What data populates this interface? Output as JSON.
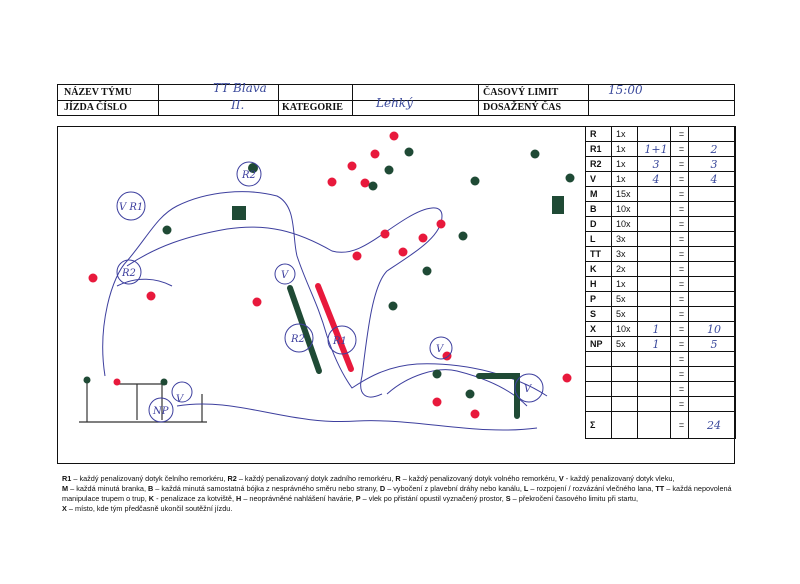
{
  "header": {
    "team_name_label": "NÁZEV TÝMU",
    "team_name_value": "TT Blava",
    "ride_number_label": "JÍZDA ČÍSLO",
    "ride_number_value": "II.",
    "category_label": "KATEGORIE",
    "category_value": "Lehký",
    "time_limit_label": "ČASOVÝ LIMIT",
    "time_limit_value": "15:00",
    "achieved_time_label": "DOSAŽENÝ ČAS",
    "achieved_time_value": ""
  },
  "course": {
    "labels": [
      "R2",
      "V R1",
      "R2",
      "V",
      "R2",
      "R1",
      "V",
      "V",
      "NP",
      "V"
    ],
    "colors": {
      "red": "#e8193c",
      "green": "#1f4a35",
      "pen": "#3d3f9e"
    }
  },
  "score_rows": [
    {
      "code": "R",
      "mult": "1x",
      "count": "",
      "eq": "=",
      "total": ""
    },
    {
      "code": "R1",
      "mult": "1x",
      "count": "1+1",
      "eq": "=",
      "total": "2"
    },
    {
      "code": "R2",
      "mult": "1x",
      "count": "3",
      "eq": "=",
      "total": "3"
    },
    {
      "code": "V",
      "mult": "1x",
      "count": "4",
      "eq": "=",
      "total": "4"
    },
    {
      "code": "M",
      "mult": "15x",
      "count": "",
      "eq": "=",
      "total": ""
    },
    {
      "code": "B",
      "mult": "10x",
      "count": "",
      "eq": "=",
      "total": ""
    },
    {
      "code": "D",
      "mult": "10x",
      "count": "",
      "eq": "=",
      "total": ""
    },
    {
      "code": "L",
      "mult": "3x",
      "count": "",
      "eq": "=",
      "total": ""
    },
    {
      "code": "TT",
      "mult": "3x",
      "count": "",
      "eq": "=",
      "total": ""
    },
    {
      "code": "K",
      "mult": "2x",
      "count": "",
      "eq": "=",
      "total": ""
    },
    {
      "code": "H",
      "mult": "1x",
      "count": "",
      "eq": "=",
      "total": ""
    },
    {
      "code": "P",
      "mult": "5x",
      "count": "",
      "eq": "=",
      "total": ""
    },
    {
      "code": "S",
      "mult": "5x",
      "count": "",
      "eq": "=",
      "total": ""
    },
    {
      "code": "X",
      "mult": "10x",
      "count": "1",
      "eq": "=",
      "total": "10"
    },
    {
      "code": "NP",
      "mult": "5x",
      "count": "1",
      "eq": "=",
      "total": "5"
    },
    {
      "code": "",
      "mult": "",
      "count": "",
      "eq": "=",
      "total": ""
    },
    {
      "code": "",
      "mult": "",
      "count": "",
      "eq": "=",
      "total": ""
    },
    {
      "code": "",
      "mult": "",
      "count": "",
      "eq": "=",
      "total": ""
    },
    {
      "code": "",
      "mult": "",
      "count": "",
      "eq": "=",
      "total": ""
    }
  ],
  "sum_row": {
    "symbol": "Σ",
    "eq": "=",
    "total": "24"
  },
  "legend": {
    "r1_key": "R1",
    "r1_text": " – každý penalizovaný dotyk čelního remorkéru, ",
    "r2_key": "R2",
    "r2_text": " – každý penalizovaný dotyk zadního remorkéru, ",
    "r_key": "R",
    "r_text": " – každý penalizovaný dotyk volného remorkéru, ",
    "v_key": "V",
    "v_text": " - každý penalizovaný dotyk vleku,",
    "m_key": "M",
    "m_text": " – každá minutá branka, ",
    "b_key": "B",
    "b_text": " – každá minutá samostatná bójka z nesprávného směru nebo strany, ",
    "d_key": "D",
    "d_text": " – vybočení z plavební dráhy nebo kanálu, ",
    "l_key": "L",
    "l_text": " – rozpojení / rozvázání vlečného lana, ",
    "tt_key": "TT",
    "tt_text": " – každá nepovolená manipulace trupem o trup, ",
    "k_key": "K",
    "k_text": " - penalizace za kotviště, ",
    "h_key": "H",
    "h_text": " – neoprávněné nahlášení havárie, ",
    "p_key": "P",
    "p_text": " – vlek po přistání opustil vyznačený prostor, ",
    "s_key": "S",
    "s_text": " – překročení časového limitu při startu,",
    "x_key": "X",
    "x_text": " – místo, kde tým předčasně ukončil soutěžní jízdu."
  }
}
